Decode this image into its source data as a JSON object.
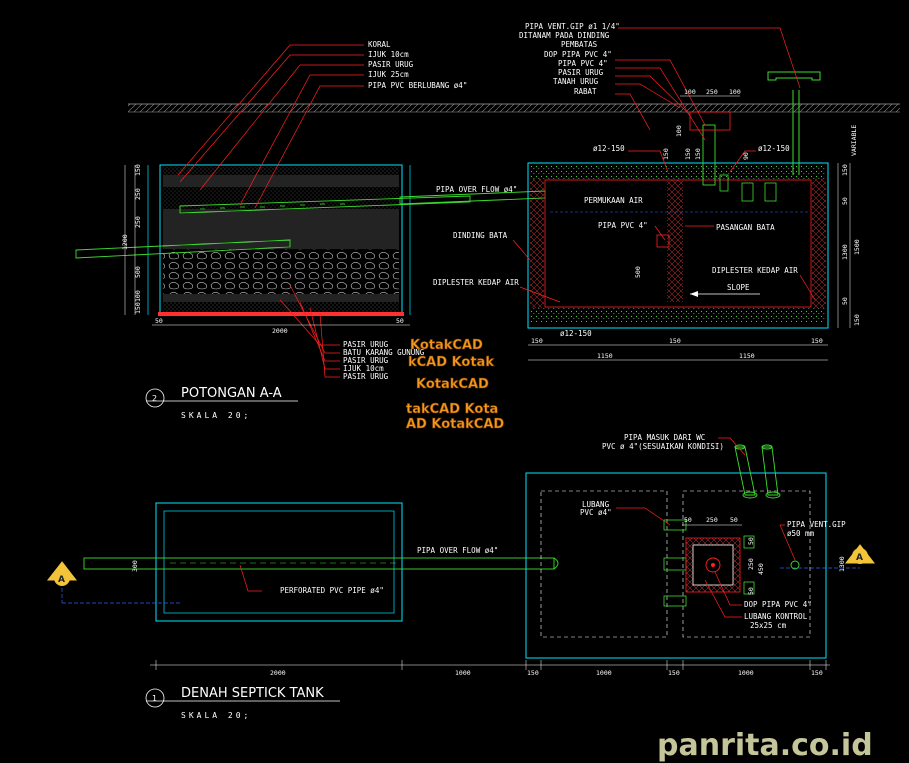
{
  "section": {
    "title": "POTONGAN A-A",
    "number": "2",
    "scale": "SKALA 20;",
    "left_labels_top": [
      "KORAL",
      "IJUK 10cm",
      "PASIR URUG",
      "IJUK 25cm",
      "PIPA PVC BERLUBANG ø4\""
    ],
    "left_labels_bottom": [
      "PASIR URUG",
      "BATU KARANG GUNUNG",
      "PASIR URUG",
      "IJUK 10cm",
      "PASIR URUG"
    ],
    "right_labels_top": [
      "PIPA VENT.GIP ø1 1/4\"",
      "DITANAM PADA DINDING",
      "PEMBATAS",
      "DOP PIPA PVC 4\"",
      "PIPA PVC 4\"",
      "PASIR URUG",
      "TANAH URUG",
      "RABAT"
    ],
    "overflow_label": "PIPA OVER FLOW ø4\"",
    "permukaan_air": "PERMUKAAN AIR",
    "pipa_pvc": "PIPA PVC 4\"",
    "pasangan_bata": "PASANGAN BATA",
    "dinding_bata": "DINDING BATA",
    "diplester_left": "DIPLESTER KEDAP AIR",
    "diplester_right": "DIPLESTER KEDAP AIR",
    "slope": "SLOPE",
    "rebar_top_left": "ø12-150",
    "rebar_top_right": "ø12-150",
    "rebar_bottom": "ø12-150",
    "variable": "VARIABLE",
    "dims_top": [
      "100",
      "250",
      "100"
    ],
    "dims_left_vertical": [
      "150",
      "250",
      "250",
      "500",
      "100",
      "150",
      "1200"
    ],
    "dims_right_vertical": [
      "150",
      "50",
      "1300",
      "50",
      "1500",
      "150"
    ],
    "dims_bottom_left": [
      "50",
      "2000",
      "50"
    ],
    "dims_bottom_right_1": [
      "150",
      "150",
      "150"
    ],
    "dims_bottom_right_2": [
      "1150",
      "1150"
    ],
    "dim_500": "500",
    "dim_150a": "150",
    "dim_150b": "150",
    "dim_90": "90",
    "dim_100": "100",
    "dim_150c": "150"
  },
  "plan": {
    "title": "DENAH SEPTICK TANK",
    "number": "1",
    "scale": "SKALA 20;",
    "pipa_masuk": "PIPA MASUK DARI WC",
    "pipa_masuk_2": "PVC ø 4\"(SESUAIKAN KONDISI)",
    "lubang_pvc": "LUBANG",
    "lubang_pvc_2": "PVC ø4\"",
    "pipa_vent": "PIPA VENT.GIP",
    "pipa_vent_2": "ø50 mm",
    "overflow": "PIPA OVER FLOW ø4\"",
    "perforated": "PERFORATED PVC PIPE ø4\"",
    "dop": "DOP PIPA PVC 4\"",
    "lubang_kontrol": "LUBANG KONTROL",
    "lubang_kontrol_size": "25x25 cm",
    "section_marker": "A",
    "dims_bottom": [
      "2000",
      "1000",
      "150",
      "1000",
      "150",
      "1000",
      "150"
    ],
    "dims_small_top": [
      "50",
      "250",
      "50"
    ],
    "dims_small_side": [
      "50",
      "250",
      "50",
      "450"
    ],
    "dim_1300": "1300",
    "dim_300": "300"
  },
  "watermark": {
    "brand": "KotakCAD",
    "rows": [
      "KotakCAD",
      "kCAD Kotak",
      "KotakCAD",
      "takCAD Kota",
      "AD KotakCAD"
    ]
  },
  "site": "panrita.co.id",
  "colors": {
    "background": "#000000",
    "red": "#ff2020",
    "green": "#3ddc2f",
    "cyan": "#00e5ff",
    "yellow": "#ffff3a",
    "magenta": "#ff40ff",
    "blue": "#3060ff",
    "grey": "#a0a0a0"
  }
}
